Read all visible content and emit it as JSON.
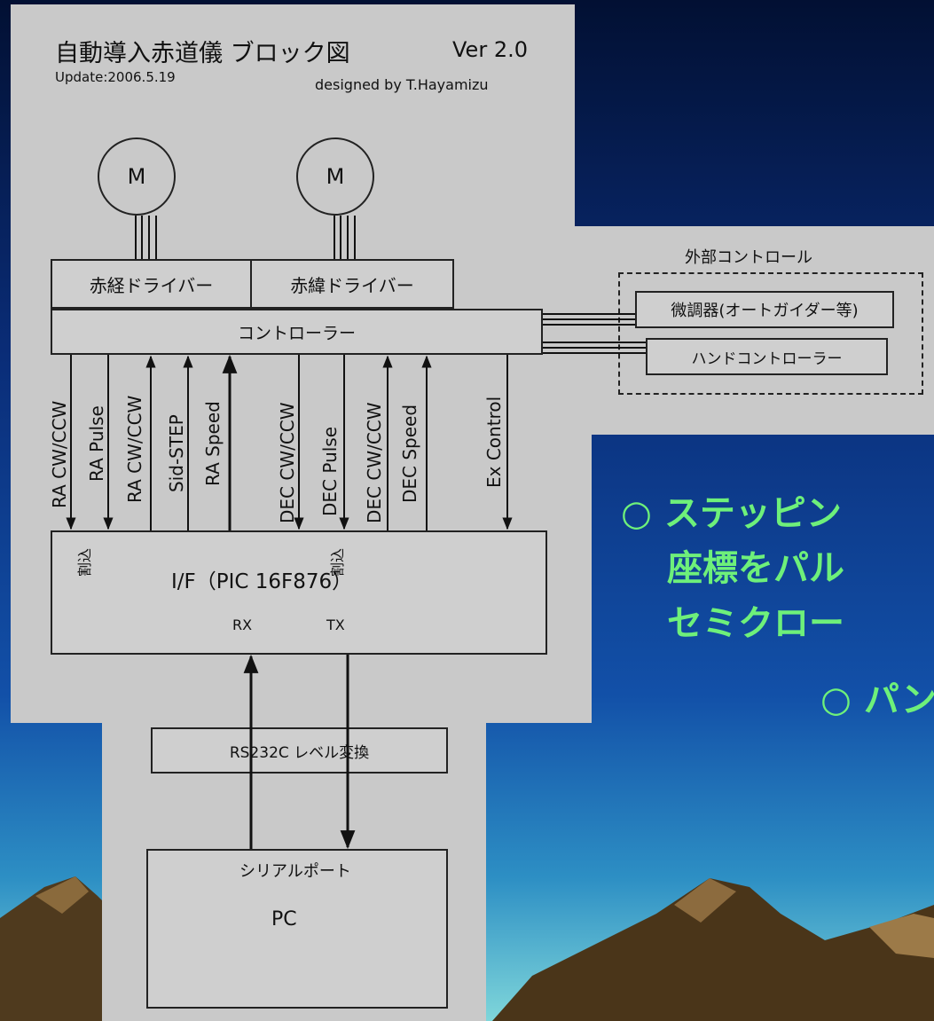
{
  "diagram": {
    "title": "自動導入赤道儀 ブロック図",
    "version": "Ver 2.0",
    "update": "Update:2006.5.19",
    "designer": "designed by T.Hayamizu",
    "motor_left": "M",
    "motor_right": "M",
    "driver_ra": "赤経ドライバー",
    "driver_dec": "赤緯ドライバー",
    "controller": "コントローラー",
    "signals": [
      "RA CW/CCW",
      "RA Pulse",
      "RA CW/CCW",
      "Sid-STEP",
      "RA Speed",
      "DEC CW/CCW",
      "DEC Pulse",
      "DEC CW/CCW",
      "DEC Speed",
      "Ex Control"
    ],
    "interrupt_left": "割込",
    "interrupt_right": "割込",
    "interface": "I/F（PIC 16F876）",
    "rx": "RX",
    "tx": "TX",
    "level_converter": "RS232C レベル変換",
    "serial_port": "シリアルポート",
    "pc": "PC",
    "external_control": {
      "title": "外部コントロール",
      "items": [
        "微調器(オートガイダー等)",
        "ハンドコントローラー"
      ]
    }
  },
  "slide": {
    "bullet1_line1": "○ ステッピン",
    "bullet1_line2": "座標をパル",
    "bullet1_line3": "セミクロー",
    "bullet2": "○ パン"
  },
  "colors": {
    "background_top": "#02103a",
    "background_mid": "#0c3d8a",
    "slide_text": "#6ef07a",
    "panel": "#c9c9c9"
  }
}
